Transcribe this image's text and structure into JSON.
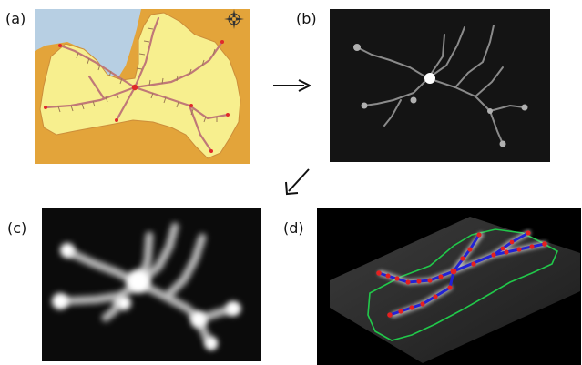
{
  "panels": [
    {
      "label": "(a)",
      "content": "map-with-road-network"
    },
    {
      "label": "(b)",
      "content": "skeleton-network-on-black"
    },
    {
      "label": "(c)",
      "content": "blurred-density-field"
    },
    {
      "label": "(d)",
      "content": "3d-surface-with-network"
    }
  ],
  "arrows": [
    "arrow-right-icon",
    "arrow-down-left-icon"
  ],
  "colors": {
    "sea": "#b7cfe3",
    "land": "#f7ef8e",
    "neighbor": "#e3a43a",
    "road": "#c07878",
    "node_red": "#e52020",
    "node_blue": "#2020e0",
    "outline_green": "#21c84a"
  }
}
